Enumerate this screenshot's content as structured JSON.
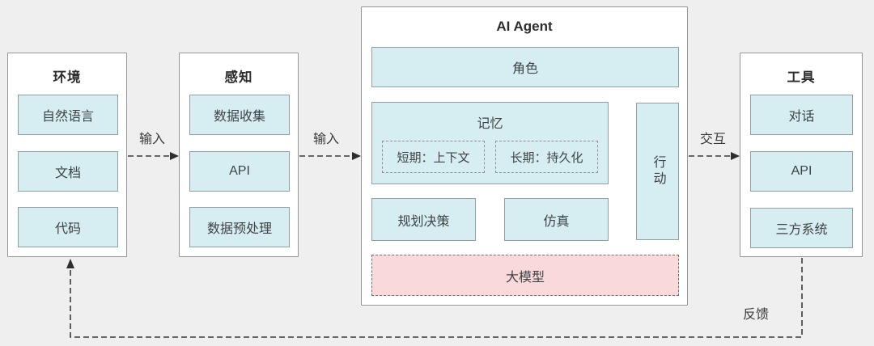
{
  "diagram": {
    "environment": {
      "title": "环境",
      "items": [
        "自然语言",
        "文档",
        "代码"
      ]
    },
    "perception": {
      "title": "感知",
      "items": [
        "数据收集",
        "API",
        "数据预处理"
      ]
    },
    "agent": {
      "title": "AI Agent",
      "role": "角色",
      "memory": {
        "title": "记忆",
        "short_term": "短期：上下文",
        "long_term": "长期：持久化"
      },
      "action": "行动",
      "planning": "规划决策",
      "simulation": "仿真",
      "model": "大模型"
    },
    "tools": {
      "title": "工具",
      "items": [
        "对话",
        "API",
        "三方系统"
      ]
    },
    "labels": {
      "input1": "输入",
      "input2": "输入",
      "interact": "交互",
      "feedback": "反馈"
    }
  },
  "colors": {
    "background": "#efefef",
    "container_fill": "#ffffff",
    "container_border": "#969696",
    "item_fill": "#d6eef1",
    "item_border": "#8f9fa2",
    "model_fill": "#f9d9da",
    "model_border": "#6f6f6f",
    "line": "#3a3a3a"
  }
}
